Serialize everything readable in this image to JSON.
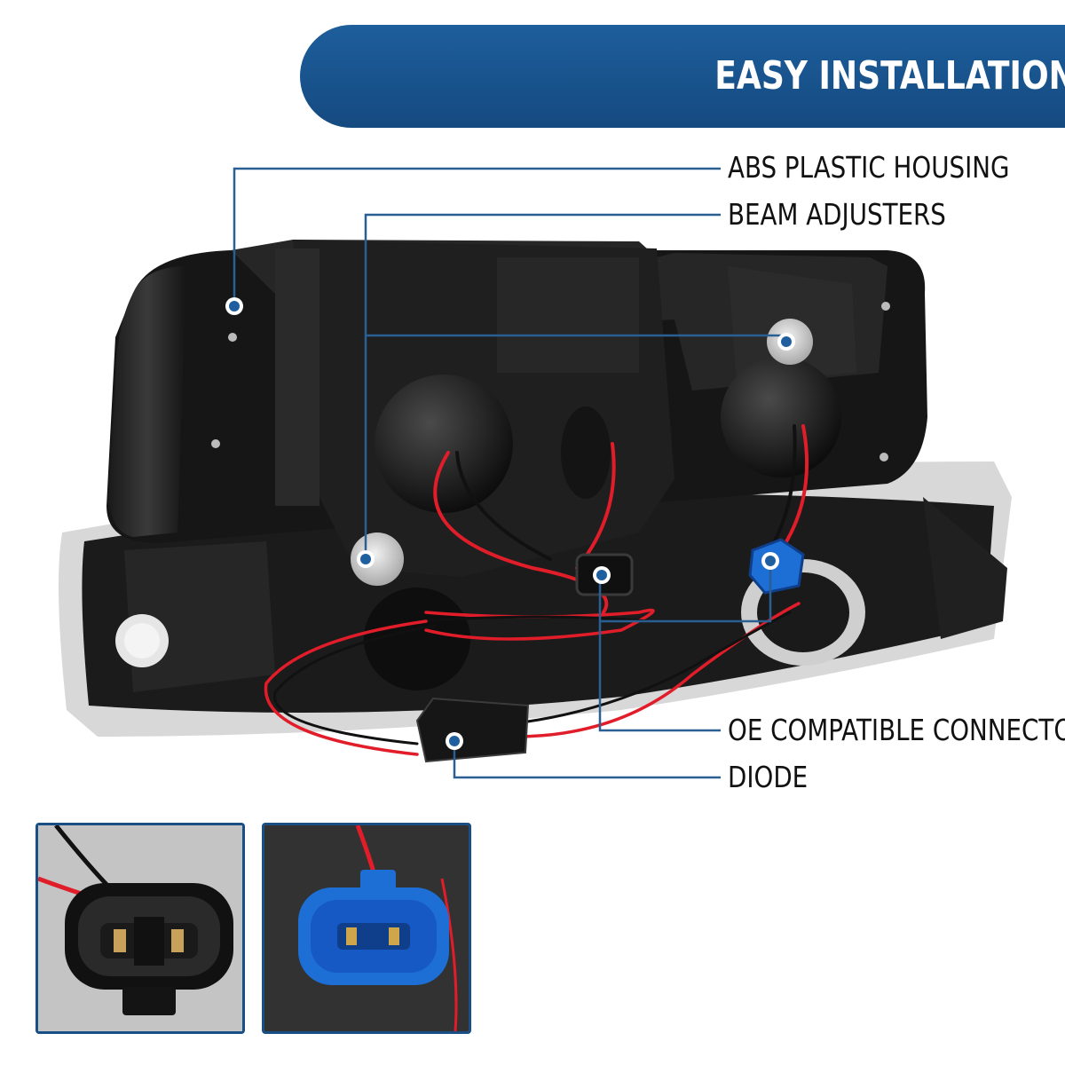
{
  "banner": {
    "title": "EASY INSTALLATION",
    "color": "#1a5a97"
  },
  "callouts": [
    {
      "id": "housing",
      "label": "ABS PLASTIC HOUSING"
    },
    {
      "id": "adjusters",
      "label": "BEAM ADJUSTERS"
    },
    {
      "id": "connectors",
      "label": "OE COMPATIBLE CONNECTORS"
    },
    {
      "id": "diode",
      "label": "DIODE"
    }
  ],
  "colors": {
    "line": "#2a5f93",
    "dot": "#1f5f9f",
    "wire_red": "#e11d2a",
    "connector_blue": "#1d6fd6"
  },
  "insets": [
    {
      "id": "black-connector",
      "icon": "black-connector-closeup"
    },
    {
      "id": "blue-connector",
      "icon": "blue-connector-closeup"
    }
  ]
}
